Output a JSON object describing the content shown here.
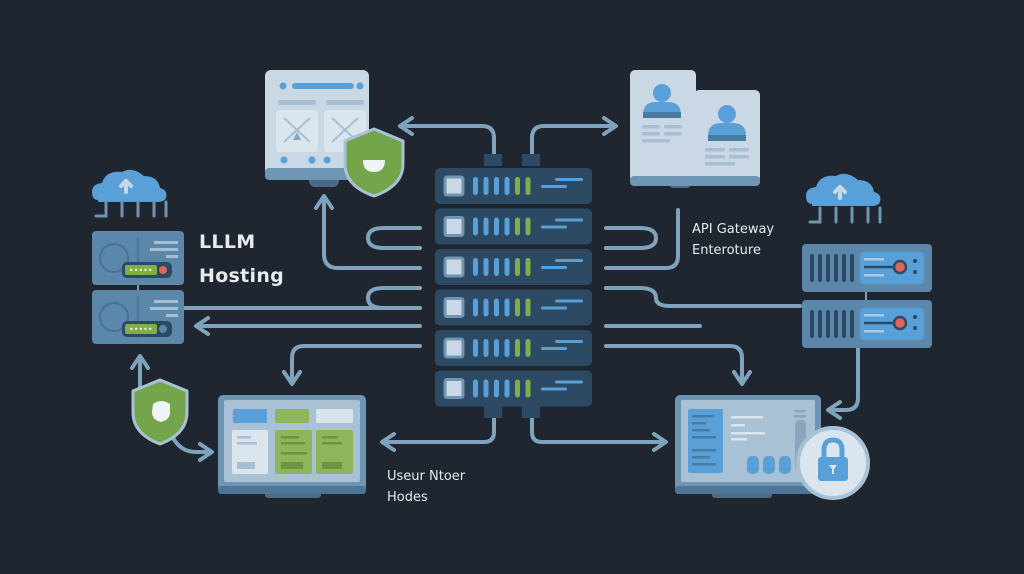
{
  "title": "LLM Hosting network architecture",
  "labels": {
    "hosting": [
      "LLLM",
      "Hosting"
    ],
    "gateway": [
      "API Gateway",
      "Enteroture"
    ],
    "user_nodes": [
      "Useur Ntoer",
      "Hodes"
    ]
  },
  "colors": {
    "background": "#1f2630",
    "connector": "#7fa3bd",
    "rack_unit": "#2d4a64",
    "rack_light": "#5aa0d8",
    "rack_led": "#7fae4b",
    "panel_light": "#c9d8e4",
    "panel_frame": "#6f95b4",
    "shield_green": "#74a54a",
    "status_red": "#e0665a",
    "text": "#e6ebf0"
  },
  "nodes": [
    {
      "id": "central-server-rack",
      "kind": "server rack",
      "units": 6
    },
    {
      "id": "web-dashboard",
      "kind": "browser window with security shield"
    },
    {
      "id": "user-profiles",
      "kind": "user profile cards",
      "count": 2
    },
    {
      "id": "left-cloud",
      "kind": "cloud upload"
    },
    {
      "id": "right-cloud",
      "kind": "cloud upload"
    },
    {
      "id": "llm-hosting-servers",
      "kind": "storage servers",
      "count": 2
    },
    {
      "id": "gateway-servers",
      "kind": "rack servers",
      "count": 2
    },
    {
      "id": "user-monitor",
      "kind": "monitor dashboard"
    },
    {
      "id": "secure-monitor",
      "kind": "monitor with lock"
    },
    {
      "id": "left-shield",
      "kind": "security shield"
    }
  ]
}
